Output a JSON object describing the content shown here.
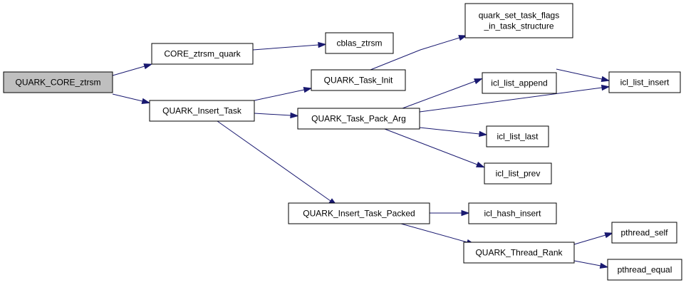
{
  "graph": {
    "edge_color": "#191970",
    "root_fill": "#bfbfbf",
    "nodes": [
      {
        "id": "n0",
        "label": "QUARK_CORE_ztrsm",
        "root": true
      },
      {
        "id": "n1",
        "label": "CORE_ztrsm_quark"
      },
      {
        "id": "n2",
        "label": "QUARK_Insert_Task"
      },
      {
        "id": "n3",
        "label": "cblas_ztrsm"
      },
      {
        "id": "n4",
        "label": "QUARK_Task_Init"
      },
      {
        "id": "n5",
        "label": "QUARK_Task_Pack_Arg"
      },
      {
        "id": "n6",
        "label": "QUARK_Insert_Task_Packed"
      },
      {
        "id": "n7",
        "label": "quark_set_task_flags",
        "label2": "_in_task_structure"
      },
      {
        "id": "n8",
        "label": "icl_list_append"
      },
      {
        "id": "n9",
        "label": "icl_list_insert"
      },
      {
        "id": "n10",
        "label": "icl_list_last"
      },
      {
        "id": "n11",
        "label": "icl_list_prev"
      },
      {
        "id": "n12",
        "label": "icl_hash_insert"
      },
      {
        "id": "n13",
        "label": "QUARK_Thread_Rank"
      },
      {
        "id": "n14",
        "label": "pthread_self"
      },
      {
        "id": "n15",
        "label": "pthread_equal"
      }
    ],
    "edges": [
      {
        "from": "n0",
        "to": "n1"
      },
      {
        "from": "n0",
        "to": "n2"
      },
      {
        "from": "n1",
        "to": "n3"
      },
      {
        "from": "n2",
        "to": "n4"
      },
      {
        "from": "n2",
        "to": "n5"
      },
      {
        "from": "n2",
        "to": "n6"
      },
      {
        "from": "n4",
        "to": "n7"
      },
      {
        "from": "n5",
        "to": "n8"
      },
      {
        "from": "n5",
        "to": "n9"
      },
      {
        "from": "n5",
        "to": "n10"
      },
      {
        "from": "n5",
        "to": "n11"
      },
      {
        "from": "n8",
        "to": "n9"
      },
      {
        "from": "n6",
        "to": "n12"
      },
      {
        "from": "n6",
        "to": "n13"
      },
      {
        "from": "n13",
        "to": "n14"
      },
      {
        "from": "n13",
        "to": "n15"
      }
    ]
  }
}
